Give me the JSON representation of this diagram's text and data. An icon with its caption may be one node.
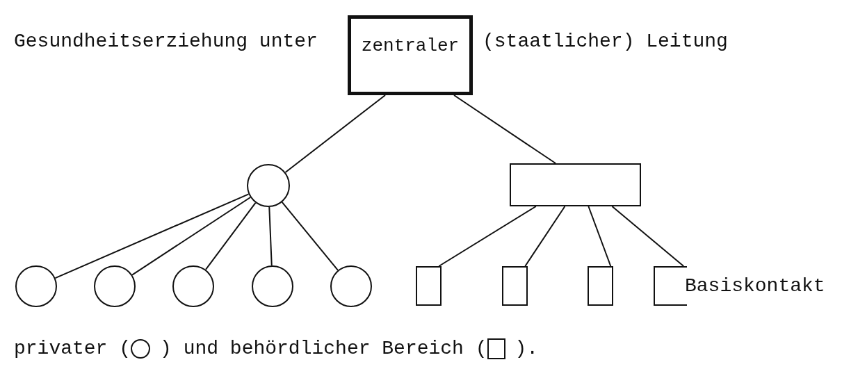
{
  "diagram": {
    "nodes": [
      {
        "text": [
          "zentraler"
        ]
      },
      {
        "text": [],
        "shape": "circle"
      },
      {
        "text": [],
        "shape": "box"
      },
      {
        "text": [],
        "shape": "circle"
      },
      {
        "text": [],
        "shape": "circle"
      },
      {
        "text": [],
        "shape": "circle"
      },
      {
        "text": [],
        "shape": "circle"
      },
      {
        "text": [],
        "shape": "circle"
      },
      {
        "text": [],
        "shape": "box"
      },
      {
        "text": [],
        "shape": "box"
      },
      {
        "text": [],
        "shape": "box"
      },
      {
        "text": [],
        "shape": "box",
        "beside": [
          "Basiskontakt"
        ]
      }
    ],
    "edges": [
      {
        "from": 0,
        "to": 1,
        "arrow": "none"
      },
      {
        "from": 0,
        "to": 2,
        "arrow": "none"
      },
      {
        "from": 1,
        "to": 3,
        "arrow": "none"
      },
      {
        "from": 1,
        "to": 4,
        "arrow": "none"
      },
      {
        "from": 1,
        "to": 5,
        "arrow": "none"
      },
      {
        "from": 1,
        "to": 6,
        "arrow": "none"
      },
      {
        "from": 1,
        "to": 7,
        "arrow": "none"
      },
      {
        "from": 2,
        "to": 8,
        "arrow": "none"
      },
      {
        "from": 2,
        "to": 9,
        "arrow": "none"
      },
      {
        "from": 2,
        "to": 10,
        "arrow": "none"
      },
      {
        "from": 2,
        "to": 11,
        "arrow": "none"
      }
    ],
    "labels": [
      "Gesundheitserziehung unter",
      "(staatlicher) Leitung",
      "privater (",
      ") und behördlicher Bereich (",
      ")."
    ]
  }
}
